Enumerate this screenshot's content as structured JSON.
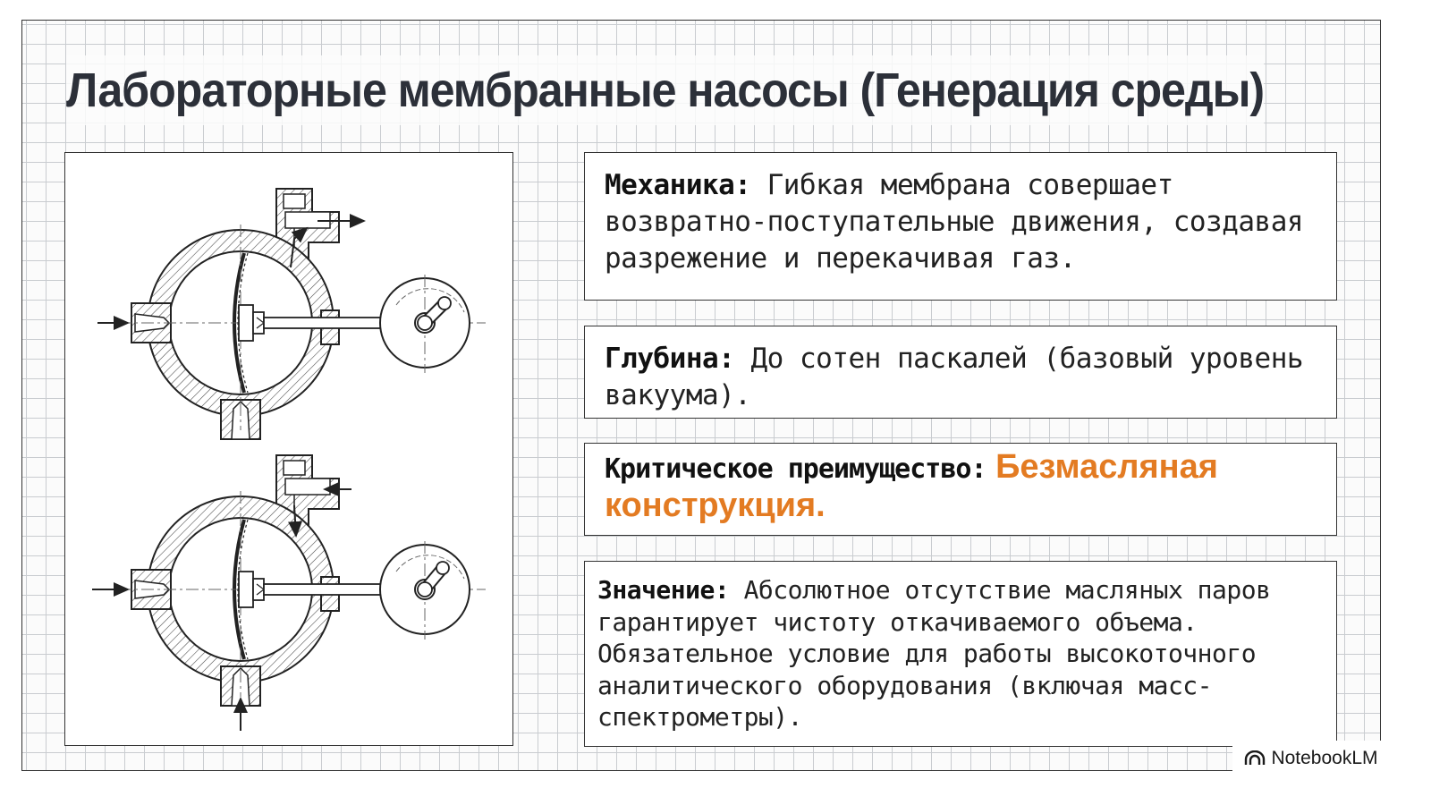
{
  "title": "Лабораторные мембранные насосы (Генерация среды)",
  "cards": {
    "mechanics": {
      "label": "Механика:",
      "text": " Гибкая мембрана совершает возвратно-поступательные движения, создавая разрежение и перекачивая газ."
    },
    "depth": {
      "label": "Глубина:",
      "text": " До сотен паскалей (базовый уровень вакуума)."
    },
    "advantage": {
      "label": "Критическое преимущество:",
      "highlight": " Безмасляная конструкция.",
      "highlight_color": "#e37b22"
    },
    "meaning": {
      "label": "Значение:",
      "text": " Абсолютное отсутствие масляных паров гарантирует чистоту откачиваемого объема. Обязательное условие для работы высокоточного аналитического оборудования (включая масс-спектрометры)."
    }
  },
  "diagram": {
    "pumps": [
      {
        "name": "exhaust-stroke",
        "flow": "out"
      },
      {
        "name": "intake-stroke",
        "flow": "in"
      }
    ]
  },
  "watermark": {
    "text": "NotebookLM",
    "icon": "notebooklm-logo-icon"
  }
}
